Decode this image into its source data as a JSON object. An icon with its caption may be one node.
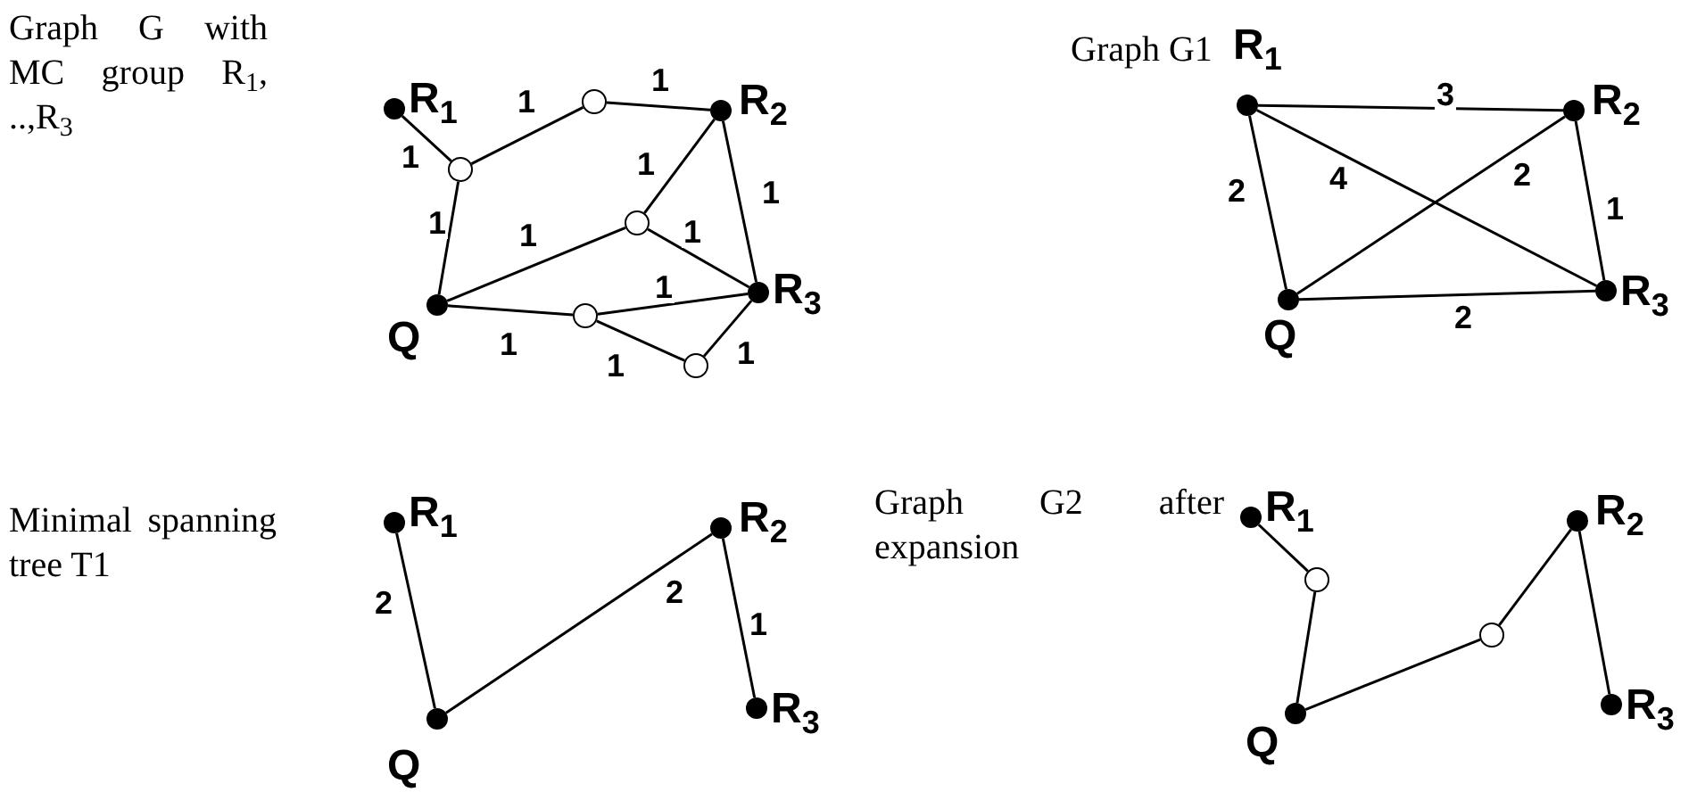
{
  "diagram": {
    "nodes": [
      {
        "text": [
          "R$_{1}$"
        ]
      },
      {
        "text": [],
        "shape": "circle"
      },
      {
        "text": [],
        "shape": "circle"
      },
      {
        "text": [
          "R$_{2}$"
        ]
      },
      {
        "text": [],
        "shape": "circle"
      },
      {
        "text": [
          "Q"
        ]
      },
      {
        "text": [
          "R$_{3}$"
        ]
      },
      {
        "text": [],
        "shape": "circle"
      },
      {
        "text": [],
        "shape": "circle"
      },
      {
        "text": [
          "R$_{1}$"
        ]
      },
      {
        "text": [
          "R$_{2}$"
        ]
      },
      {
        "text": [
          "Q"
        ]
      },
      {
        "text": [
          "R$_{3}$"
        ]
      },
      {
        "text": [
          "R$_{1}$"
        ]
      },
      {
        "text": [
          "R$_{2}$"
        ]
      },
      {
        "text": [
          "Q"
        ]
      },
      {
        "text": [
          "R$_{3}$"
        ]
      },
      {
        "text": [
          "R$_{1}$"
        ]
      },
      {
        "text": [],
        "shape": "circle"
      },
      {
        "text": [
          "R$_{2}$"
        ]
      },
      {
        "text": [],
        "shape": "circle"
      },
      {
        "text": [
          "Q"
        ]
      },
      {
        "text": [
          "R$_{3}$"
        ]
      }
    ],
    "edges": [
      {
        "from": 0,
        "to": 1,
        "arrow": "none",
        "label": "1"
      },
      {
        "from": 1,
        "to": 2,
        "arrow": "none",
        "label": "1"
      },
      {
        "from": 2,
        "to": 3,
        "arrow": "none",
        "label": "1"
      },
      {
        "from": 1,
        "to": 5,
        "arrow": "none",
        "label": "1"
      },
      {
        "from": 3,
        "to": 4,
        "arrow": "none",
        "label": "1"
      },
      {
        "from": 3,
        "to": 6,
        "arrow": "none",
        "label": "1"
      },
      {
        "from": 5,
        "to": 4,
        "arrow": "none",
        "label": "1"
      },
      {
        "from": 4,
        "to": 6,
        "arrow": "none",
        "label": "1"
      },
      {
        "from": 5,
        "to": 7,
        "arrow": "none",
        "label": "1"
      },
      {
        "from": 7,
        "to": 6,
        "arrow": "none",
        "label": "1"
      },
      {
        "from": 7,
        "to": 8,
        "arrow": "none",
        "label": "1"
      },
      {
        "from": 8,
        "to": 6,
        "arrow": "none",
        "label": "1"
      },
      {
        "from": 9,
        "to": 10,
        "arrow": "none",
        "label": "3"
      },
      {
        "from": 9,
        "to": 11,
        "arrow": "none",
        "label": "2"
      },
      {
        "from": 9,
        "to": 12,
        "arrow": "none",
        "label": "4"
      },
      {
        "from": 11,
        "to": 10,
        "arrow": "none",
        "label": "2"
      },
      {
        "from": 10,
        "to": 12,
        "arrow": "none",
        "label": "1"
      },
      {
        "from": 11,
        "to": 12,
        "arrow": "none",
        "label": "2"
      },
      {
        "from": 13,
        "to": 15,
        "arrow": "none",
        "label": "2"
      },
      {
        "from": 15,
        "to": 14,
        "arrow": "none",
        "label": "2"
      },
      {
        "from": 14,
        "to": 16,
        "arrow": "none",
        "label": "1"
      },
      {
        "from": 17,
        "to": 18,
        "arrow": "none"
      },
      {
        "from": 18,
        "to": 21,
        "arrow": "none"
      },
      {
        "from": 21,
        "to": 20,
        "arrow": "none"
      },
      {
        "from": 20,
        "to": 19,
        "arrow": "none"
      },
      {
        "from": 19,
        "to": 22,
        "arrow": "none"
      }
    ],
    "labels": [
      "Graph G with MC group R$_{1}$, ..,R$_{3}$",
      "Graph G1",
      "Minimal spanning tree T1",
      "Graph G2 after expansion"
    ]
  }
}
